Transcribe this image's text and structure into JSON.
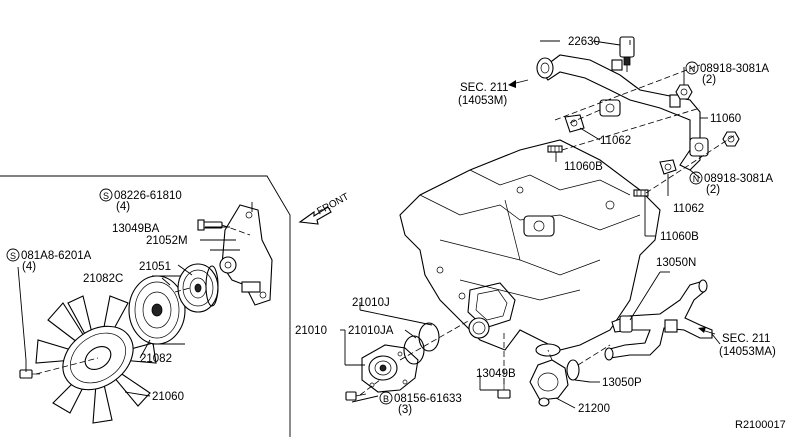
{
  "diagram": {
    "ref_code": "R2100017",
    "front_label": "FRONT",
    "sec_upper": {
      "line1": "SEC. 211",
      "line2": "(14053M)"
    },
    "sec_lower": {
      "line1": "SEC. 211",
      "line2": "(14053MA)"
    },
    "callouts": {
      "c22630": "22630",
      "c08918a": "08918-3081A",
      "c08918a_qty": "(2)",
      "c11060": "11060",
      "c11062a": "11062",
      "c11060b_a": "11060B",
      "c08918b": "08918-3081A",
      "c08918b_qty": "(2)",
      "c11062b": "11062",
      "c11060b_b": "11060B",
      "c13050n": "13050N",
      "c08226": "08226-61810",
      "c08226_qty": "(4)",
      "c13049ba": "13049BA",
      "c21052m": "21052M",
      "c081a8": "081A8-6201A",
      "c081a8_qty": "(4)",
      "c21051": "21051",
      "c21082c": "21082C",
      "c21082": "21082",
      "c21060": "21060",
      "c21010j": "21010J",
      "c21010": "21010",
      "c21010ja": "21010JA",
      "c13049b": "13049B",
      "c13050p": "13050P",
      "c08156": "08156-61633",
      "c08156_qty": "(3)",
      "c21200": "21200"
    },
    "symbols": {
      "n_symbol": "N",
      "s_symbol": "S",
      "b_symbol": "B"
    }
  }
}
